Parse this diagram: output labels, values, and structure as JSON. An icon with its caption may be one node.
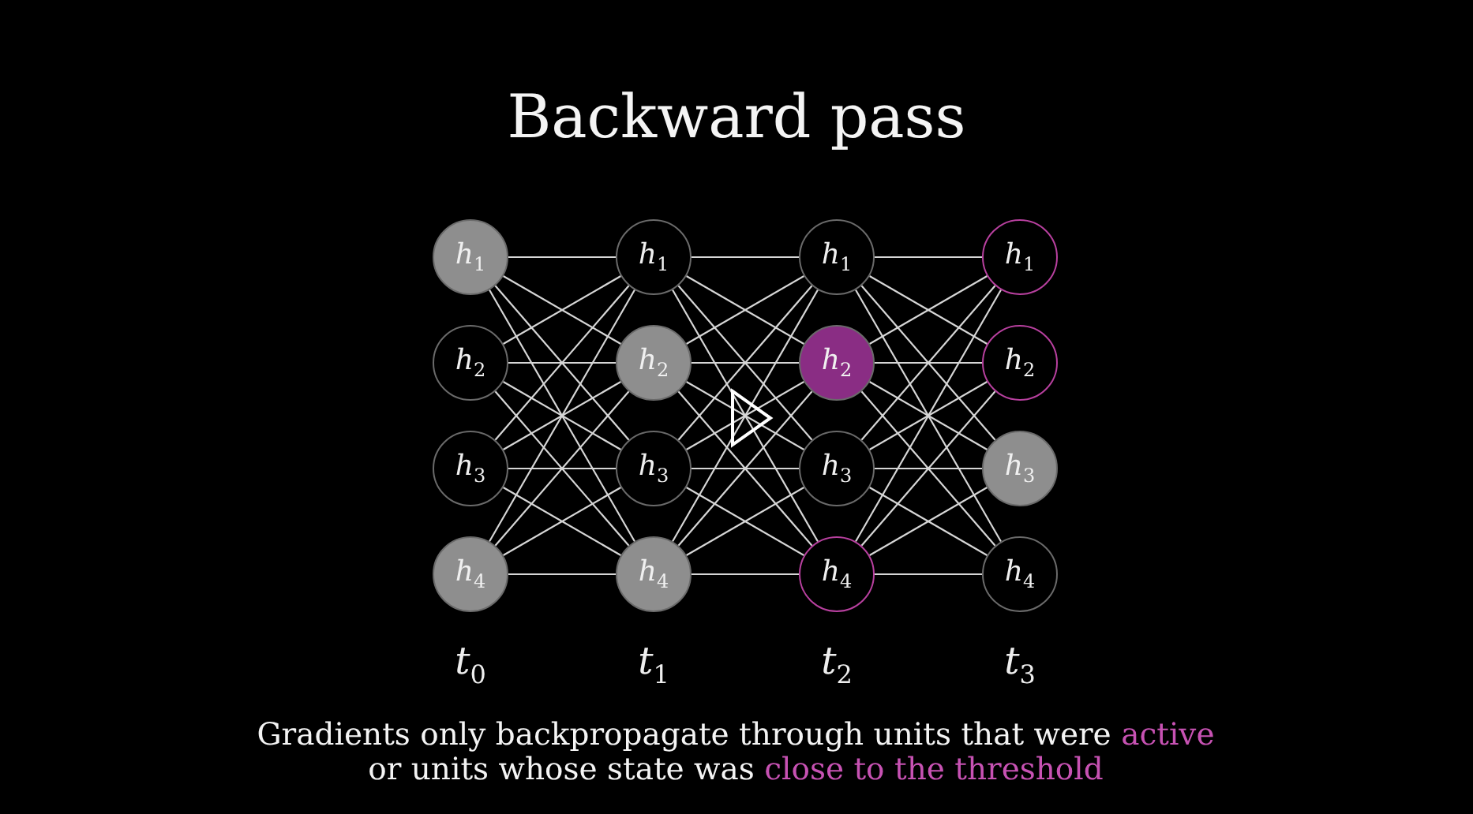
{
  "diagram": {
    "title": "Backward pass",
    "caption": "Gradients only backpropagate through units that were *active* or units whose state was *close to the threshold*",
    "nodes": [
      {
        "text": [
          "h$_{1}$"
        ]
      },
      {
        "text": [
          "h$_{2}$"
        ]
      },
      {
        "text": [
          "h$_{3}$"
        ]
      },
      {
        "text": [
          "h$_{4}$"
        ]
      },
      {
        "text": [
          "h$_{1}$"
        ]
      },
      {
        "text": [
          "h$_{2}$"
        ]
      },
      {
        "text": [
          "h$_{3}$"
        ]
      },
      {
        "text": [
          "h$_{4}$"
        ]
      },
      {
        "text": [
          "h$_{1}$"
        ]
      },
      {
        "text": [
          "h$_{2}$"
        ]
      },
      {
        "text": [
          "h$_{3}$"
        ]
      },
      {
        "text": [
          "h$_{4}$"
        ]
      },
      {
        "text": [
          "h$_{1}$"
        ]
      },
      {
        "text": [
          "h$_{2}$"
        ]
      },
      {
        "text": [
          "h$_{3}$"
        ]
      },
      {
        "text": [
          "h$_{4}$"
        ]
      }
    ],
    "edges": [
      {
        "from": 0,
        "to": 4,
        "arrow": "none"
      },
      {
        "from": 0,
        "to": 5,
        "arrow": "none"
      },
      {
        "from": 0,
        "to": 6,
        "arrow": "none"
      },
      {
        "from": 0,
        "to": 7,
        "arrow": "none"
      },
      {
        "from": 1,
        "to": 4,
        "arrow": "none"
      },
      {
        "from": 1,
        "to": 5,
        "arrow": "none"
      },
      {
        "from": 1,
        "to": 6,
        "arrow": "none"
      },
      {
        "from": 1,
        "to": 7,
        "arrow": "none"
      },
      {
        "from": 2,
        "to": 4,
        "arrow": "none"
      },
      {
        "from": 2,
        "to": 5,
        "arrow": "none"
      },
      {
        "from": 2,
        "to": 6,
        "arrow": "none"
      },
      {
        "from": 2,
        "to": 7,
        "arrow": "none"
      },
      {
        "from": 3,
        "to": 4,
        "arrow": "none"
      },
      {
        "from": 3,
        "to": 5,
        "arrow": "none"
      },
      {
        "from": 3,
        "to": 6,
        "arrow": "none"
      },
      {
        "from": 3,
        "to": 7,
        "arrow": "none"
      },
      {
        "from": 4,
        "to": 8,
        "arrow": "none"
      },
      {
        "from": 4,
        "to": 9,
        "arrow": "none"
      },
      {
        "from": 4,
        "to": 10,
        "arrow": "none"
      },
      {
        "from": 4,
        "to": 11,
        "arrow": "none"
      },
      {
        "from": 5,
        "to": 8,
        "arrow": "none"
      },
      {
        "from": 5,
        "to": 9,
        "arrow": "none"
      },
      {
        "from": 5,
        "to": 10,
        "arrow": "none"
      },
      {
        "from": 5,
        "to": 11,
        "arrow": "none"
      },
      {
        "from": 6,
        "to": 8,
        "arrow": "none"
      },
      {
        "from": 6,
        "to": 9,
        "arrow": "none"
      },
      {
        "from": 6,
        "to": 10,
        "arrow": "none"
      },
      {
        "from": 6,
        "to": 11,
        "arrow": "none"
      },
      {
        "from": 7,
        "to": 8,
        "arrow": "none"
      },
      {
        "from": 7,
        "to": 9,
        "arrow": "none"
      },
      {
        "from": 7,
        "to": 10,
        "arrow": "none"
      },
      {
        "from": 7,
        "to": 11,
        "arrow": "none"
      },
      {
        "from": 8,
        "to": 12,
        "arrow": "none"
      },
      {
        "from": 8,
        "to": 13,
        "arrow": "none"
      },
      {
        "from": 8,
        "to": 14,
        "arrow": "none"
      },
      {
        "from": 8,
        "to": 15,
        "arrow": "none"
      },
      {
        "from": 9,
        "to": 12,
        "arrow": "none"
      },
      {
        "from": 9,
        "to": 13,
        "arrow": "none"
      },
      {
        "from": 9,
        "to": 14,
        "arrow": "none"
      },
      {
        "from": 9,
        "to": 15,
        "arrow": "none"
      },
      {
        "from": 10,
        "to": 12,
        "arrow": "none"
      },
      {
        "from": 10,
        "to": 13,
        "arrow": "none"
      },
      {
        "from": 10,
        "to": 14,
        "arrow": "none"
      },
      {
        "from": 10,
        "to": 15,
        "arrow": "none"
      },
      {
        "from": 11,
        "to": 12,
        "arrow": "none"
      },
      {
        "from": 11,
        "to": 13,
        "arrow": "none"
      },
      {
        "from": 11,
        "to": 14,
        "arrow": "none"
      },
      {
        "from": 11,
        "to": 15,
        "arrow": "none"
      }
    ],
    "labels": [
      "t$_{0}$",
      "t$_{1}$",
      "t$_{2}$",
      "t$_{3}$"
    ]
  }
}
